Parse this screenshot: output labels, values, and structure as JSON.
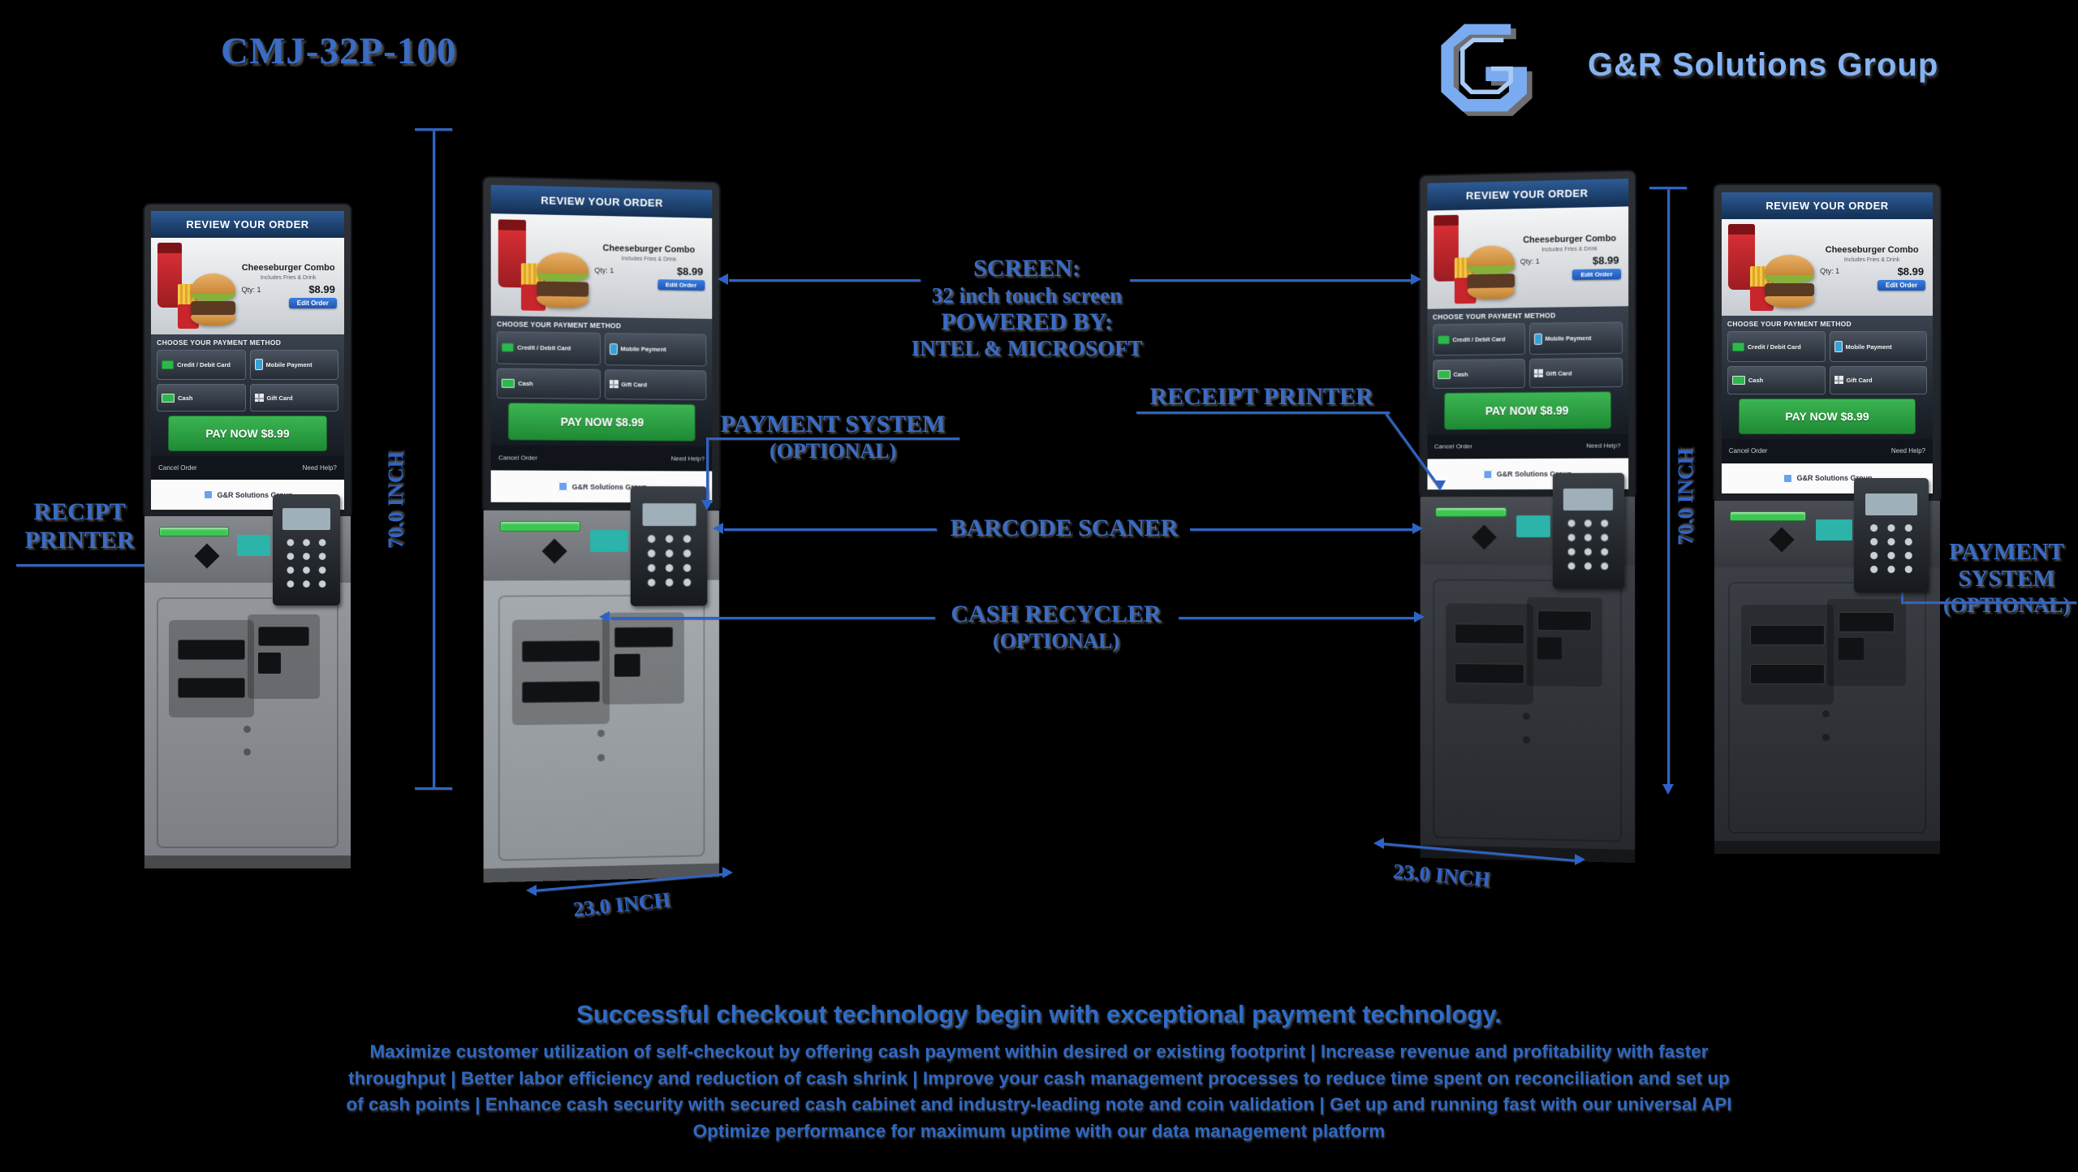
{
  "header": {
    "model": "CMJ-32P-100",
    "brand": "G&R Solutions Group"
  },
  "screen": {
    "header": "REVIEW YOUR ORDER",
    "item_name": "Cheeseburger Combo",
    "item_desc": "Includes Fries & Drink",
    "qty": "Qty: 1",
    "price": "$8.99",
    "edit": "Edit Order",
    "choose": "CHOOSE YOUR PAYMENT METHOD",
    "methods": [
      "Credit / Debit Card",
      "Mobile Payment",
      "Cash",
      "Gift Card"
    ],
    "pay": "PAY NOW $8.99",
    "cancel": "Cancel Order",
    "help": "Need Help?",
    "brand": "G&R Solutions Group"
  },
  "callouts": {
    "screen_lines": [
      "SCREEN:",
      "32 inch touch screen",
      "POWERED BY:",
      "INTEL & MICROSOFT"
    ],
    "receipt_right": "RECEIPT PRINTER",
    "payment_center": [
      "PAYMENT SYSTEM",
      "(OPTIONAL)"
    ],
    "barcode": "BARCODE SCANER",
    "cash_recycler": [
      "CASH RECYCLER",
      "(OPTIONAL)"
    ],
    "receipt_left": [
      "RECIPT",
      "PRINTER"
    ],
    "payment_right": [
      "PAYMENT",
      "SYSTEM",
      "(OPTIONAL)"
    ]
  },
  "dimensions": {
    "height": "70.0 INCH",
    "width": "23.0 INCH"
  },
  "footer": {
    "heading": "Successful checkout technology begin with exceptional payment technology.",
    "lines": [
      "Maximize customer utilization of self-checkout by offering cash payment within desired or existing footprint | Increase revenue and profitability with faster",
      "throughput | Better labor efficiency and reduction of cash shrink | Improve your cash management processes to reduce time spent on reconciliation and set up",
      "of cash points | Enhance cash security with secured cash cabinet and industry-leading note and coin validation | Get up and running fast with our universal API",
      "Optimize performance for maximum uptime with our data management platform"
    ]
  },
  "colors": {
    "accent_label": "#3a6cc5",
    "dimension_line": "#2e63c6",
    "logo_blue": "#7aabf0",
    "pay_green": "#28a33c",
    "screen_header_navy": "#1d3c66"
  }
}
